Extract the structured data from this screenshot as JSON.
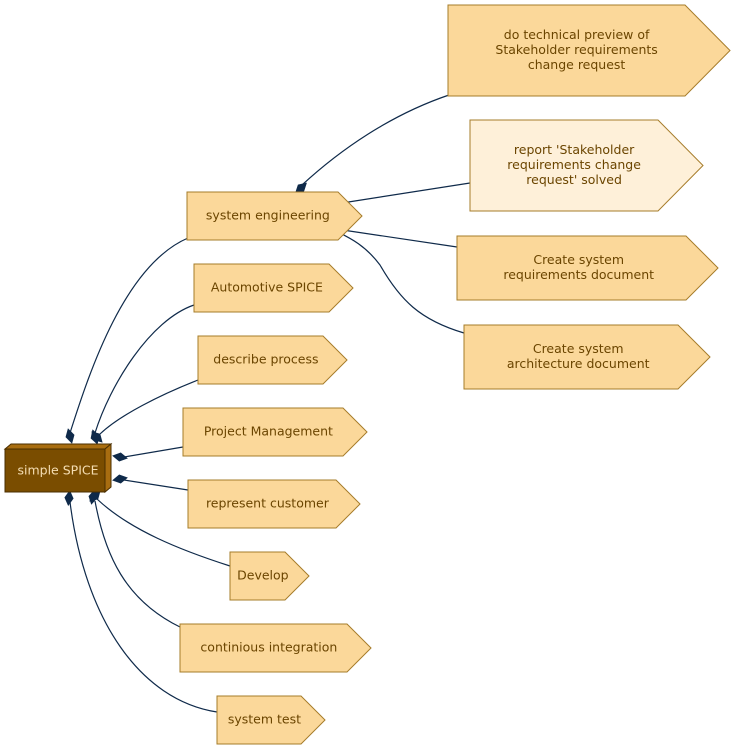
{
  "colors": {
    "node_fill": "#fbd89a",
    "node_fill_light": "#fef0d9",
    "node_stroke": "#a67c2a",
    "node_text": "#6b4500",
    "root_fill": "#7a4d00",
    "root_side": "#a86d10",
    "root_text": "#f5deb3",
    "edge": "#0f2a4a"
  },
  "root": {
    "label": "simple SPICE"
  },
  "children": [
    {
      "key": "system_engineering",
      "lines": [
        "system engineering"
      ],
      "children": [
        {
          "key": "technical_preview",
          "lines": [
            "do technical preview of",
            "Stakeholder requirements",
            "change request"
          ]
        },
        {
          "key": "report_solved",
          "lines": [
            "report 'Stakeholder",
            "requirements change",
            "request' solved"
          ],
          "light": true
        },
        {
          "key": "create_sys_req",
          "lines": [
            "Create system",
            "requirements document"
          ]
        },
        {
          "key": "create_sys_arch",
          "lines": [
            "Create system",
            "architecture document"
          ]
        }
      ]
    },
    {
      "key": "automotive_spice",
      "lines": [
        "Automotive SPICE"
      ]
    },
    {
      "key": "describe_process",
      "lines": [
        "describe process"
      ]
    },
    {
      "key": "project_management",
      "lines": [
        "Project Management"
      ]
    },
    {
      "key": "represent_customer",
      "lines": [
        "represent customer"
      ]
    },
    {
      "key": "develop",
      "lines": [
        "Develop"
      ]
    },
    {
      "key": "continious_integration",
      "lines": [
        "continious integration"
      ]
    },
    {
      "key": "system_test",
      "lines": [
        "system test"
      ]
    }
  ]
}
